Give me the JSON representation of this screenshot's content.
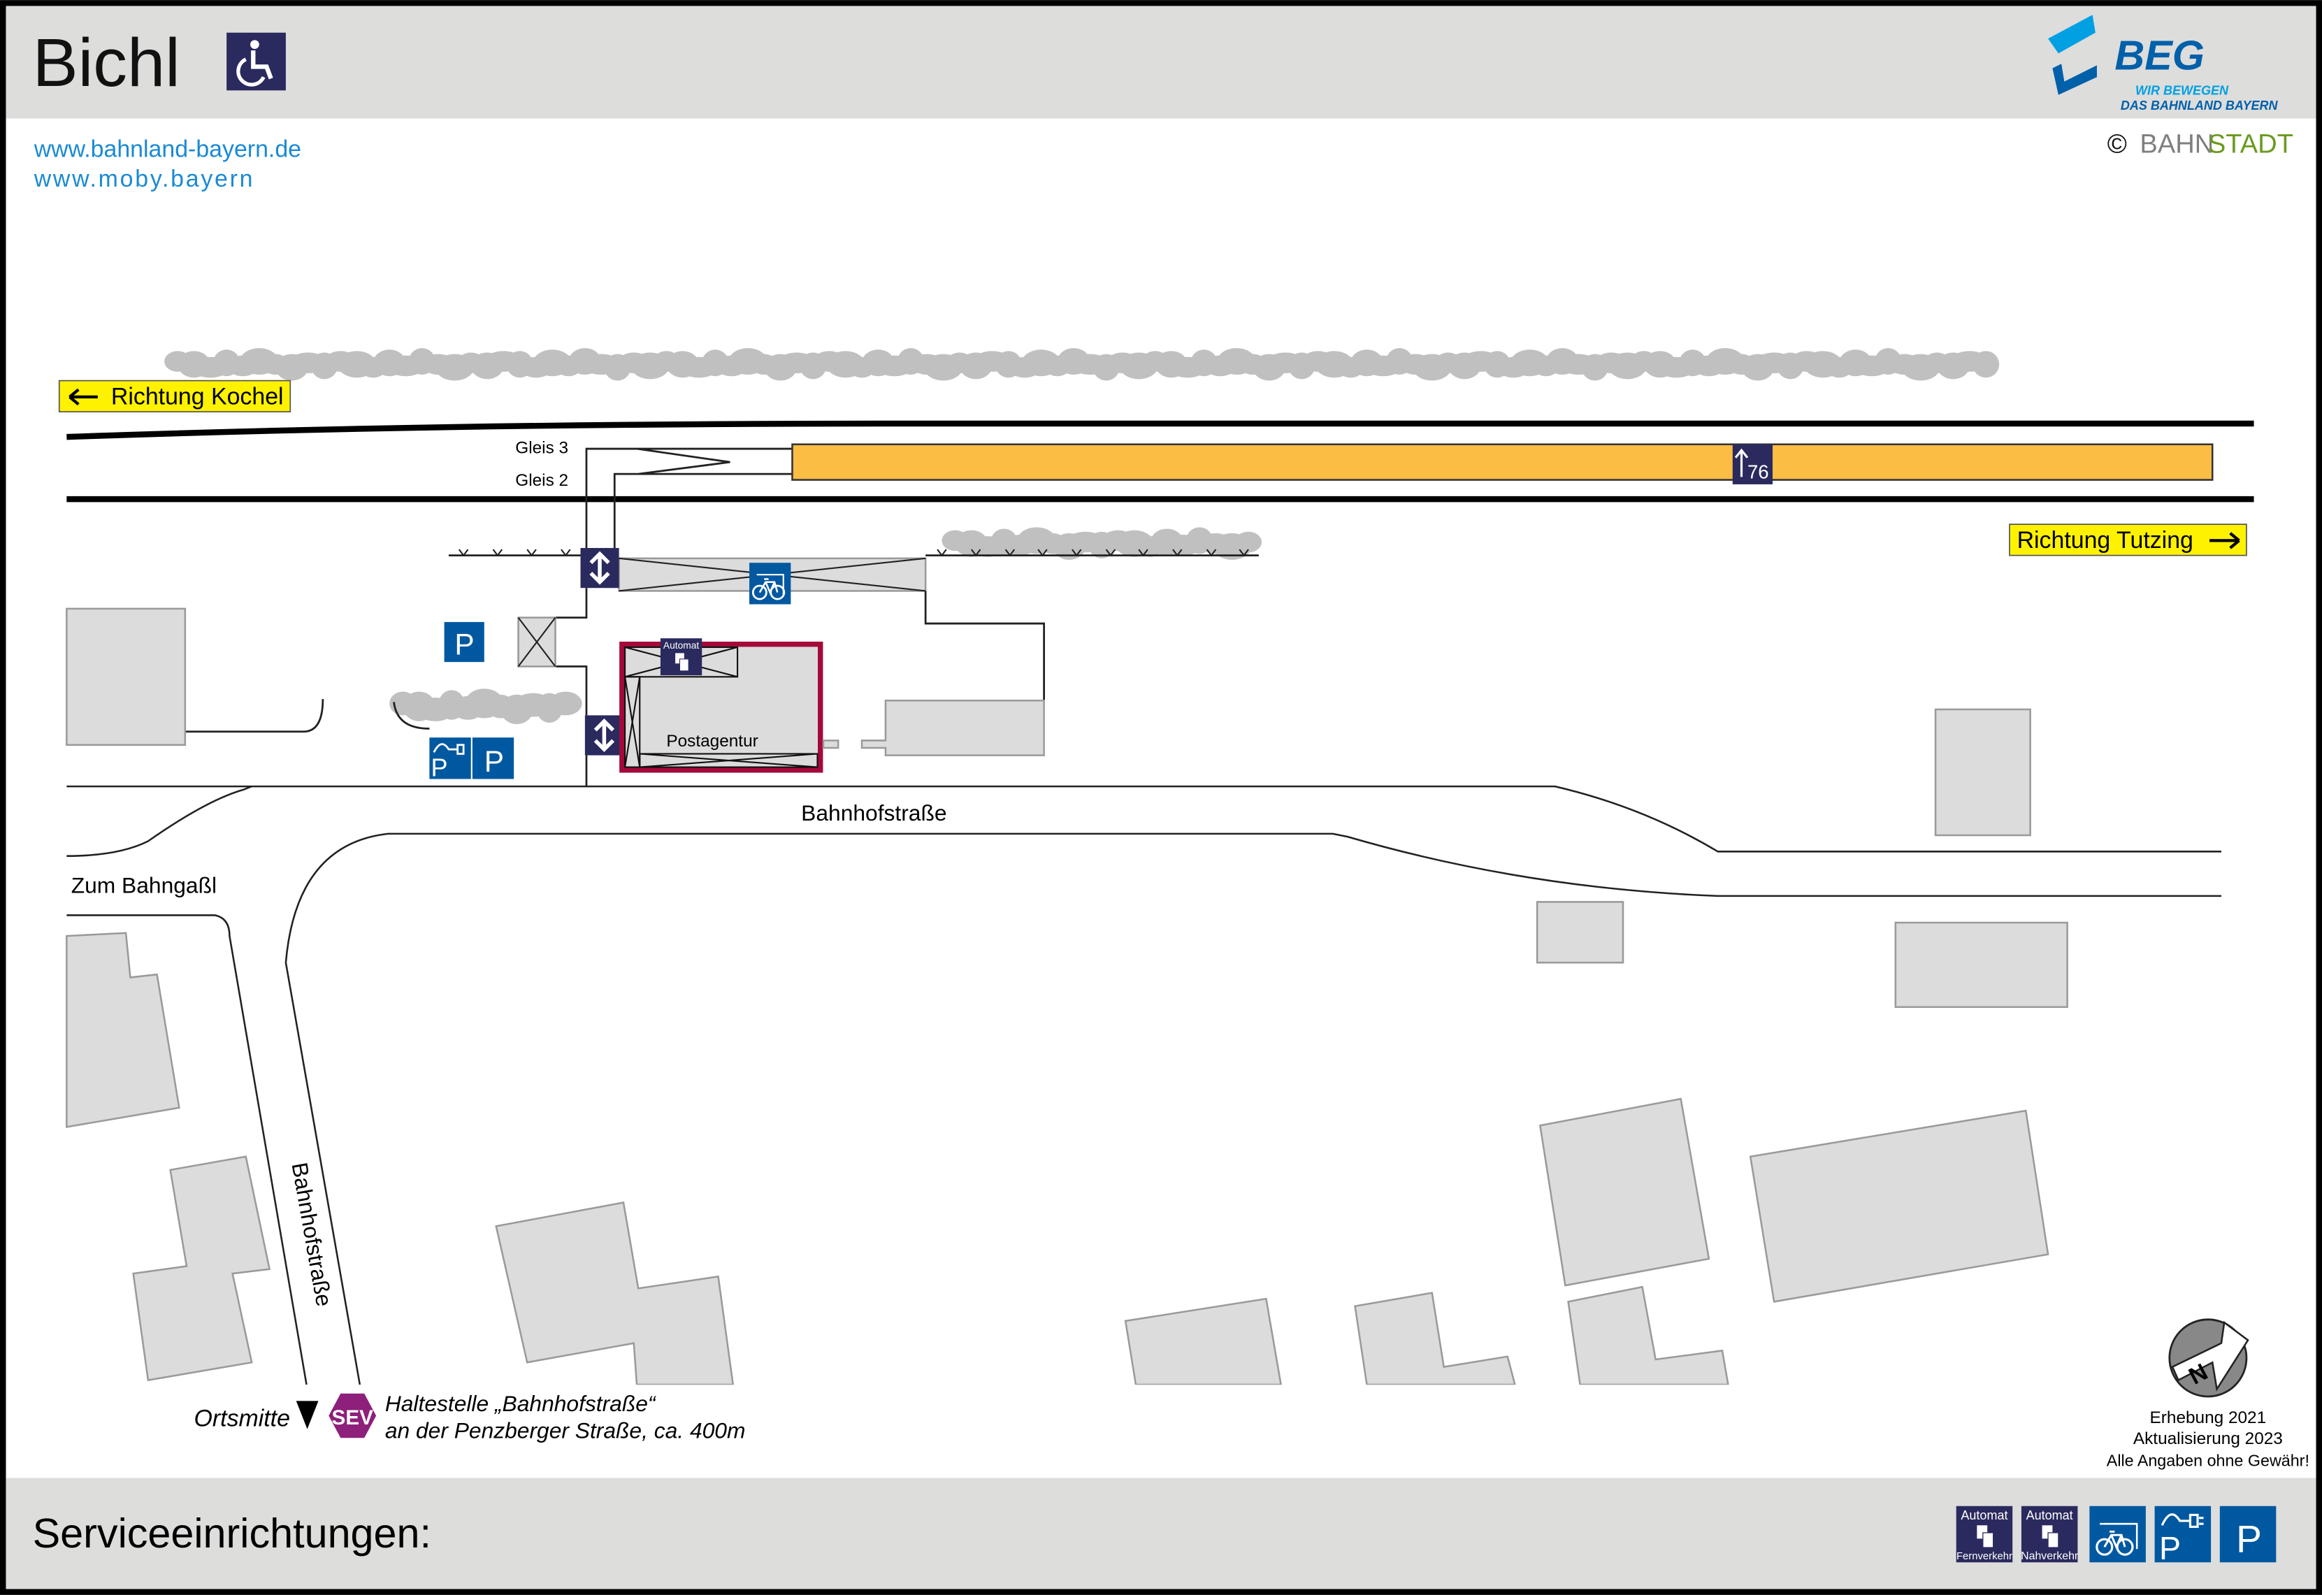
{
  "header": {
    "station_name": "Bichl",
    "accessibility_icon": "wheelchair-icon",
    "logo": {
      "name": "BEG",
      "tagline_1": "WIR BEWEGEN",
      "tagline_2": "DAS BAHNLAND BAYERN"
    },
    "copyright": {
      "symbol": "©",
      "part1": "BAHN",
      "part2": "STADT"
    }
  },
  "links": [
    "www.bahnland-bayern.de",
    "www.moby.bayern"
  ],
  "map": {
    "direction_left": "Richtung Kochel",
    "direction_right": "Richtung Tutzing",
    "tracks": [
      "Gleis 3",
      "Gleis 2"
    ],
    "platform_height": "76",
    "building_label": "Postagentur",
    "ticket_machine_label": "Automat",
    "streets": [
      "Bahnhofstraße",
      "Zum Bahngaßl",
      "Bahnhofstraße"
    ],
    "town_center": "Ortsmitte",
    "sev_badge": "SEV",
    "sev_line_1": "Haltestelle „Bahnhofstraße“",
    "sev_line_2": "an der Penzberger Straße, ca. 400m",
    "compass_label": "N",
    "survey": "Erhebung 2021",
    "update": "Aktualisierung 2023",
    "disclaimer": "Alle Angaben ohne Gewähr!"
  },
  "footer": {
    "title": "Serviceeinrichtungen:",
    "services": [
      {
        "icon": "ticket-machine-icon",
        "top": "Automat",
        "bottom": "Fernverkehr"
      },
      {
        "icon": "ticket-machine-icon",
        "top": "Automat",
        "bottom": "Nahverkehr"
      },
      {
        "icon": "bike-parking-icon"
      },
      {
        "icon": "ev-parking-icon",
        "letter": "P"
      },
      {
        "icon": "parking-icon",
        "letter": "P"
      }
    ]
  },
  "colors": {
    "navy": "#2a2a5e",
    "blue": "#0058a0",
    "platform": "#fbbd44",
    "direction": "#fff200",
    "sev": "#8e1f7a",
    "building_outline": "#a5093a",
    "header_bg": "#dddddc"
  }
}
